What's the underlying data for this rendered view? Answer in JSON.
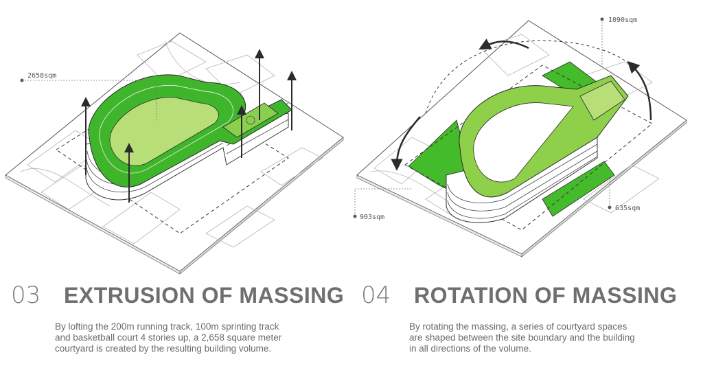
{
  "panels": [
    {
      "number": "03",
      "title": "EXTRUSION OF MASSING",
      "description_lines": [
        "By lofting the 200m running track, 100m sprinting track",
        "and basketball court 4 stories up, a 2,658 square meter",
        "courtyard is created by the resulting building volume."
      ],
      "area_labels": [
        "2658sqm"
      ]
    },
    {
      "number": "04",
      "title": "ROTATION OF MASSING",
      "description_lines": [
        "By rotating the massing, a series of courtyard spaces",
        "are shaped between the site boundary and the building",
        "in all directions of the volume."
      ],
      "area_labels": [
        "1090sqm",
        "903sqm",
        "635sqm"
      ]
    }
  ],
  "colors": {
    "track_green": "#3fb52c",
    "field_green": "#b8de78",
    "courtyard_green": "#44bb2a",
    "text_gray": "#6f6f6f",
    "arrow": "#2b2b2b"
  }
}
